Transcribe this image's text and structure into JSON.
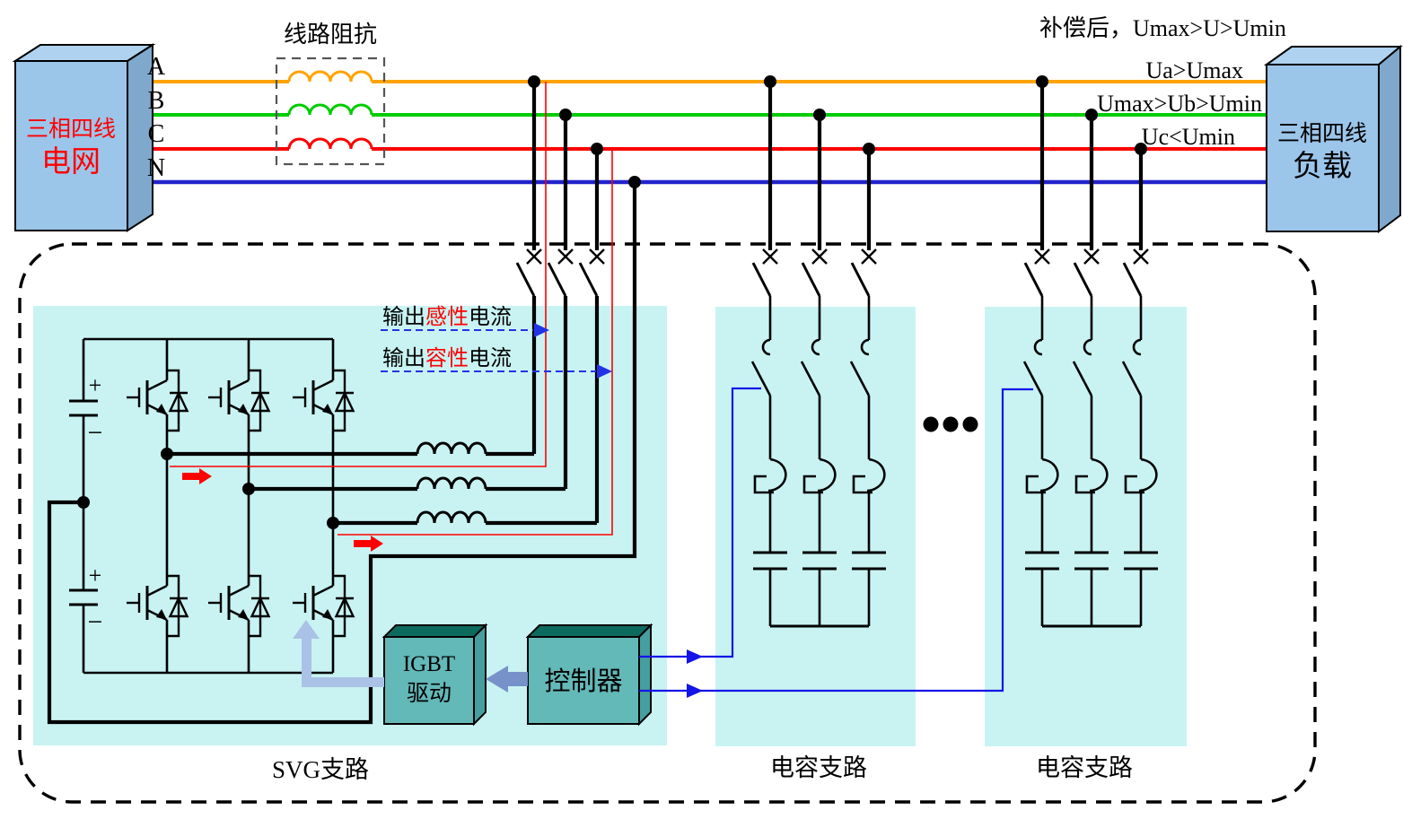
{
  "colors": {
    "phase_a": "#FFA300",
    "phase_b": "#00CC00",
    "phase_c": "#FF0000",
    "neutral": "#2222CC",
    "panel_cyan": "#C9F3F3",
    "box_blue_front": "#9CC5EA",
    "box_blue_top": "#AFD2F0",
    "box_blue_side": "#7FA8CC",
    "teal_front": "#63B8B8",
    "teal_top": "#0C6B5F",
    "teal_side": "#469F9F",
    "control_blue": "#1414E6",
    "current_red": "#FF0000",
    "steel_arrow": "#7792C8",
    "light_arrow": "#A9C2E5"
  },
  "grid_box": {
    "line1": "三相四线",
    "line2": "电网"
  },
  "load_box": {
    "line1": "三相四线",
    "line2": "负载"
  },
  "phases": {
    "a": "A",
    "b": "B",
    "c": "C",
    "n": "N"
  },
  "impedance_label": "线路阻抗",
  "compensation_note": "补偿后，Umax>U>Umin",
  "voltage_labels": {
    "a": "Ua>Umax",
    "b": "Umax>Ub>Umin",
    "c": "Uc<Umin"
  },
  "current_labels": {
    "inductive": {
      "pre": "输出",
      "hl": "感性",
      "post": "电流"
    },
    "capacitive": {
      "pre": "输出",
      "hl": "容性",
      "post": "电流"
    }
  },
  "devices": {
    "igbt_driver_line1": "IGBT",
    "igbt_driver_line2": "驱动",
    "controller": "控制器"
  },
  "branch_labels": {
    "svg": "SVG支路",
    "cap1": "电容支路",
    "cap2": "电容支路"
  },
  "capacitor_signs": {
    "plus": "+",
    "minus": "−"
  }
}
